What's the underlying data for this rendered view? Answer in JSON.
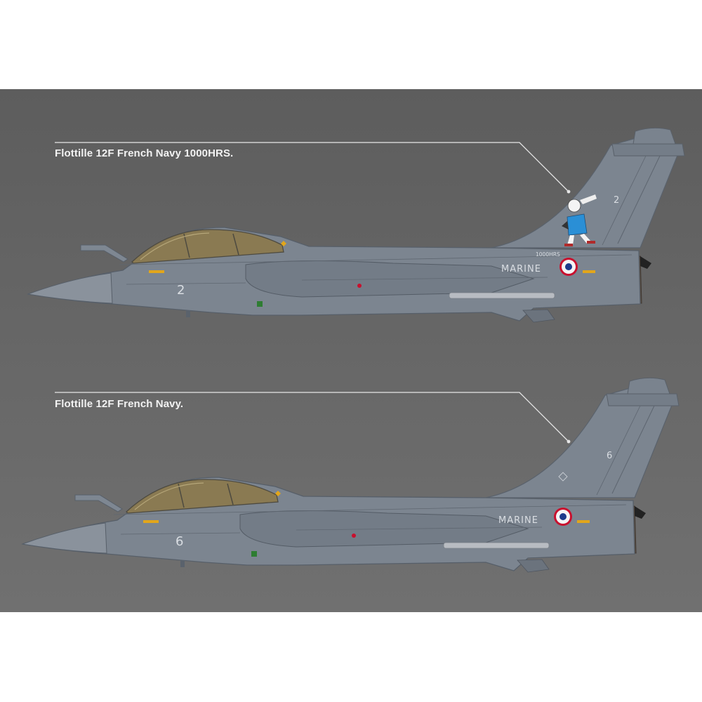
{
  "profiles": [
    {
      "caption": "Flottille 12F French Navy 1000HRS.",
      "fuselage_number": "2",
      "tail_number": "2",
      "marking": "MARINE",
      "hours_marking": "1000HRS"
    },
    {
      "caption": "Flottille 12F French Navy.",
      "fuselage_number": "6",
      "tail_number": "6",
      "marking": "MARINE"
    }
  ],
  "colors": {
    "background": "#666666",
    "aircraft_grey": "#7c8590",
    "canopy": "#8a7a52",
    "roundel_blue": "#1c3a8a",
    "roundel_red": "#c8102e",
    "caption_text": "#f2f2f2"
  }
}
